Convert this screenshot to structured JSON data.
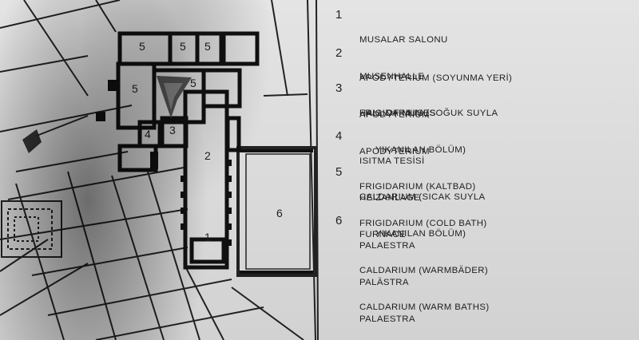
{
  "plan": {
    "room_numbers": [
      "1",
      "2",
      "3",
      "4",
      "5",
      "6"
    ]
  },
  "legend": [
    {
      "number": "1",
      "lines": [
        {
          "text": "MUSALAR SALONU"
        },
        {
          "text": "MUSENHALLE"
        },
        {
          "text": "HALL OF MUSES"
        }
      ]
    },
    {
      "number": "2",
      "lines": [
        {
          "text": "APODYTERIUM (SOYUNMA YERİ)"
        },
        {
          "text": "APODYTERIUM"
        },
        {
          "text": "APODYTERIUM"
        }
      ]
    },
    {
      "number": "3",
      "lines": [
        {
          "text": "FRIGIDARIUM (SOĞUK SUYLA"
        },
        {
          "text": "YIKANILAN BÖLÜM)",
          "indent": true
        },
        {
          "text": "FRIGIDARIUM (KALTBAD)"
        },
        {
          "text": "FRIGIDARIUM (COLD BATH)"
        }
      ]
    },
    {
      "number": "4",
      "lines": [
        {
          "text": "ISITMA TESİSİ"
        },
        {
          "text": "HEIZANLAGE"
        },
        {
          "text": "FURNACE"
        }
      ]
    },
    {
      "number": "5",
      "lines": [
        {
          "text": "CALDARIUM (SICAK SUYLA"
        },
        {
          "text": "YIKANILAN BÖLÜM)",
          "indent": true
        },
        {
          "text": "CALDARIUM (WARMBÄDER)"
        },
        {
          "text": "CALDARIUM (WARM BATHS)"
        }
      ]
    },
    {
      "number": "6",
      "lines": [
        {
          "text": "PALAESTRA"
        },
        {
          "text": "PALÄSTRA"
        },
        {
          "text": "PALAESTRA"
        }
      ]
    }
  ],
  "colors": {
    "ink": "#1e1e1e",
    "panel": "#dcdcdc",
    "shadow": "#000000"
  }
}
